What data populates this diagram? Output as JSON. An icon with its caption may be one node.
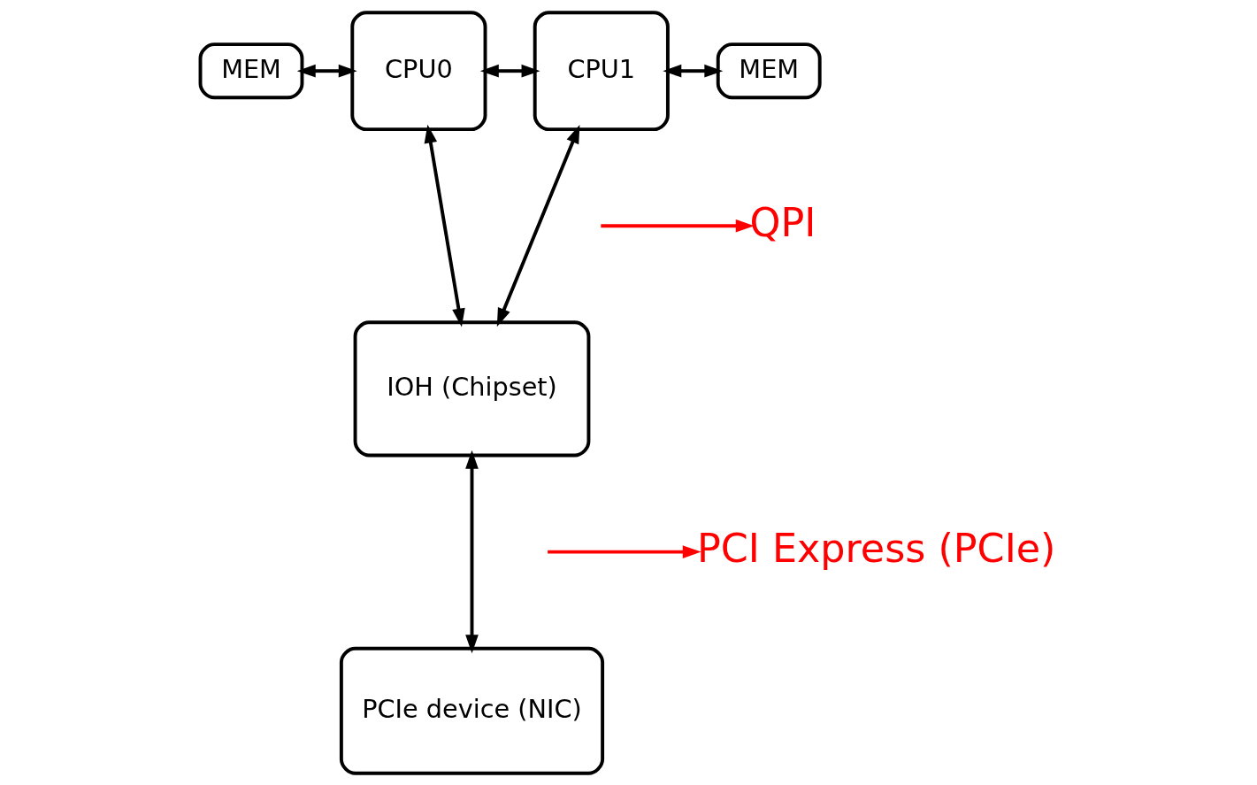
{
  "diagram": {
    "nodes": [
      {
        "text": [
          "MEM"
        ]
      },
      {
        "text": [
          "CPU0"
        ]
      },
      {
        "text": [
          "CPU1"
        ]
      },
      {
        "text": [
          "MEM"
        ]
      },
      {
        "text": [
          "IOH (Chipset)"
        ]
      },
      {
        "text": [
          "PCIe device (NIC)"
        ]
      },
      {
        "text": [
          "QPI"
        ]
      },
      {
        "text": [
          "PCI Express (PCIe)"
        ]
      }
    ],
    "edges": [
      {
        "from": 0,
        "to": 1,
        "arrow": "both"
      },
      {
        "from": 1,
        "to": 2,
        "arrow": "both"
      },
      {
        "from": 2,
        "to": 3,
        "arrow": "both"
      },
      {
        "from": 1,
        "to": 4,
        "arrow": "both"
      },
      {
        "from": 2,
        "to": 4,
        "arrow": "both"
      },
      {
        "from": 4,
        "to": 5,
        "arrow": "both"
      },
      {
        "from": null,
        "to": 6,
        "arrow": "to",
        "color": "#ff0000"
      },
      {
        "from": null,
        "to": 7,
        "arrow": "to",
        "color": "#ff0000"
      }
    ]
  }
}
